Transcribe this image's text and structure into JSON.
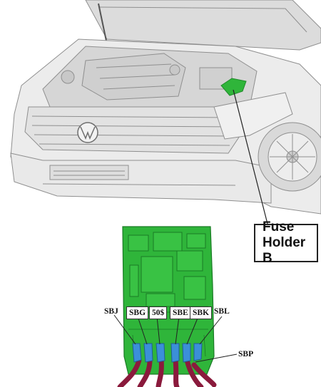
{
  "callout": {
    "line1": "Fuse",
    "line2": "Holder B"
  },
  "fuse_labels": {
    "sbj": "SBJ",
    "sbg": "SBG",
    "s50": "50$",
    "sbe": "SBE",
    "sbk": "SBK",
    "sbl": "SBL",
    "sbp": "SBP"
  },
  "colors": {
    "fuse_holder": "#2fb53a",
    "fuse_holder_dark": "#1f8a2a",
    "fuse_cap": "#3b8fd8",
    "wiring": "#8a1a3c",
    "car_body": "#e6e6e6",
    "car_line": "#9a9a9a"
  }
}
